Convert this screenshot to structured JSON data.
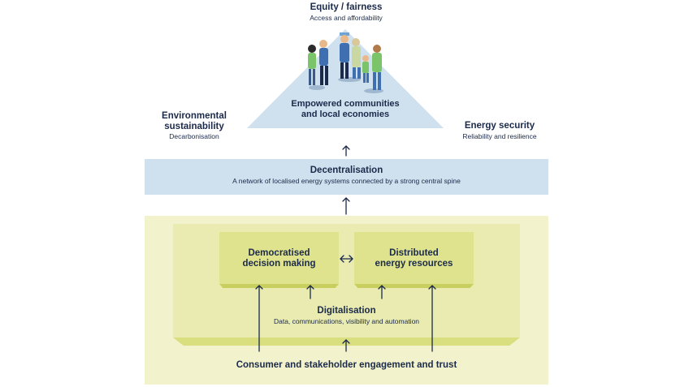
{
  "top": {
    "title": "Equity / fairness",
    "subtitle": "Access and affordability"
  },
  "triangle": {
    "label_line1": "Empowered communities",
    "label_line2": "and local economies"
  },
  "left": {
    "title_line1": "Environmental",
    "title_line2": "sustainability",
    "subtitle": "Decarbonisation"
  },
  "right": {
    "title": "Energy security",
    "subtitle": "Reliability and resilience"
  },
  "decentralisation": {
    "title": "Decentralisation",
    "subtitle": "A network of localised energy systems connected by a strong central spine"
  },
  "democratised": {
    "line1": "Democratised",
    "line2": "decision making"
  },
  "distributed": {
    "line1": "Distributed",
    "line2": "energy resources"
  },
  "digitalisation": {
    "title": "Digitalisation",
    "subtitle": "Data, communications, visibility and automation"
  },
  "bottom": {
    "title": "Consumer and stakeholder engagement and trust"
  },
  "colors": {
    "navy": "#1b2a4a",
    "triangle_blue": "#cfe0ee",
    "outer_yellow": "#f2f2cc",
    "inner_yellow": "#e9ebb1",
    "card_yellow": "#dfe38e"
  }
}
